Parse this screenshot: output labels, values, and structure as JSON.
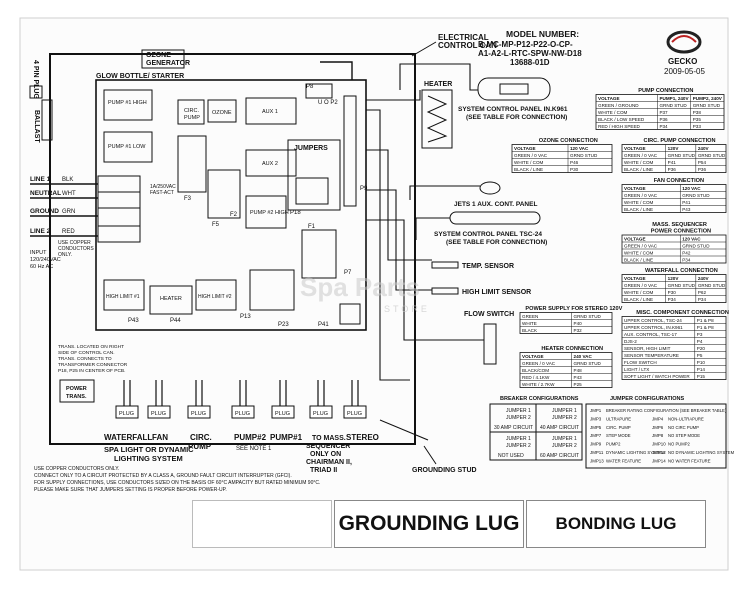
{
  "header": {
    "model_title": "MODEL NUMBER:",
    "model_lines": [
      "B-MC-MP-P12-P22-O-CP-",
      "A1-A2-L-RTC-SPW-NW-D18",
      "13688-01D"
    ],
    "brand": "GECKO",
    "date": "2009-05-05",
    "electrical_can": "ELECTRICAL",
    "electrical_can2": "CONTROL CAN"
  },
  "left_side": {
    "plug_4pin": "4 PIN PLUG",
    "ozone": [
      "OZONE",
      "GENERATOR"
    ],
    "glow": "GLOW BOTTLE/ STARTER",
    "ballast": "BALLAST",
    "line1": "LINE 1",
    "neutral": "NEUTRAL",
    "ground": "GROUND",
    "line2": "LINE 2",
    "blk": "BLK",
    "wht": "WHT",
    "grn": "GRN",
    "red": "RED",
    "copper_note": [
      "USE COPPER",
      "CONDUCTORS",
      "ONLY."
    ],
    "input": [
      "INPUT",
      "120/240VAC",
      "60 Hz AC"
    ],
    "trans_note": [
      "TRANS. LOCATED ON RIGHT",
      "SIDE OF CONTROL CAN.",
      "TRANS. CONNECTS TO",
      "TRANSFORMER CONNECTOR",
      "P18, P25 IN CENTER OF PCB."
    ],
    "power_trans": [
      "POWER",
      "TRANS."
    ]
  },
  "board": {
    "pump1_high": "PUMP #1 HIGH",
    "pump1_low": "PUMP #1 LOW",
    "circ_pump": [
      "CIRC.",
      "PUMP"
    ],
    "ozone": "OZONE",
    "aux1": "AUX 1",
    "aux2": "AUX 2",
    "pump2_high": "PUMP #2 HIGH",
    "jumpers": "JUMPERS",
    "heater": "HEATER",
    "high_limit1": "HIGH LIMIT #1",
    "high_limit2": "HIGH LIMIT #2",
    "fuse_f3": "F3",
    "fuse_f5": "F5",
    "fuse_f1": "F1",
    "fuse_f2": "F2",
    "fuse_text": [
      "1A/250VAC",
      "FAST-ACT"
    ],
    "p7": "P7",
    "p13": "P13",
    "p23": "P23",
    "p41": "P41",
    "p43": "P43",
    "p44": "P44",
    "p9": "P9",
    "p18": "P18",
    "uops": "U O P2",
    "p8": "P8"
  },
  "middle": {
    "heater": "HEATER",
    "panel_k961": [
      "SYSTEM CONTROL PANEL IN.K961",
      "(SEE TABLE FOR CONNECTION)"
    ],
    "jets_panel": "JETS 1 AUX. CONT. PANEL",
    "panel_tsc24": [
      "SYSTEM CONTROL PANEL TSC-24",
      "(SEE TABLE FOR CONNECTION)"
    ],
    "temp_sensor": "TEMP. SENSOR",
    "high_limit": "HIGH LIMIT SENSOR",
    "flow_switch": "FLOW SWITCH"
  },
  "bottom": {
    "plug": "PLUG",
    "waterfall": "WATERFALL",
    "fan": "FAN",
    "circ_pump": [
      "CIRC.",
      "PUMP"
    ],
    "pump2": "PUMP#2",
    "pump1": "PUMP#1",
    "spa_light": [
      "SPA LIGHT OR DYNAMIC",
      "LIGHTING SYSTEM"
    ],
    "see_note": "SEE NOTE 1",
    "to_mass": [
      "TO MASS.",
      "SEQUENCER",
      "ONLY ON",
      "CHAIRMAN II,",
      "TRIAD II"
    ],
    "stereo": "STEREO",
    "grounding_stud": "GROUNDING STUD",
    "notes": [
      "USE COPPER CONDUCTORS ONLY.",
      "CONNECT ONLY TO A CIRCUIT PROTECTED BY A CLASS A, GROUND FAULT CIRCUIT INTERRUPTER (GFCI).",
      "FOR SUPPLY CONNECTIONS, USE CONDUCTORS SIZED ON THE BASIS OF 60°C AMPACITY BUT RATED MINIMUM 90°C.",
      "PLEASE MAKE SURE THAT JUMPERS SETTING IS PROPER BEFORE POWER-UP."
    ],
    "grounding_lug": "GROUNDING LUG",
    "bonding_lug": "BONDING LUG"
  },
  "breaker": {
    "title": "BREAKER CONFIGURATIONS",
    "j1": "JUMPER 1",
    "j2": "JUMPER 2",
    "a30": "30 AMP CIRCUIT",
    "a40": "40 AMP CIRCUIT",
    "not_used": "NOT USED",
    "a60": "60 AMP CIRCUIT"
  },
  "jumper_cfg": {
    "title": "JUMPER CONFIGURATIONS",
    "rows": [
      [
        "JMP1",
        "BREAKER RATING CONFIGURATION (SEE BREAKER TABLE)",
        "",
        ""
      ],
      [
        "JMP3",
        "ULTRAPURE",
        "JMP4",
        "NON-ULTRAPURE"
      ],
      [
        "JMP5",
        "CIRC. PUMP",
        "JMP6",
        "NO CIRC PUMP"
      ],
      [
        "JMP7",
        "STEP MODE",
        "JMP8",
        "NO STEP MODE"
      ],
      [
        "JMP9",
        "PUMP2",
        "JMP10",
        "NO PUMP2"
      ],
      [
        "JMP11",
        "DYNAMIC LIGHTING SYSTEM",
        "JMP12",
        "NO DYNAMIC LIGHTING SYSTEM"
      ],
      [
        "JMP13",
        "WATER FEATURE",
        "JMP14",
        "NO WATER FEATURE"
      ]
    ]
  },
  "watermark": {
    "line1": "Spa Parts",
    "line2": "STORE"
  },
  "tables": [
    {
      "title": "PUMP CONNECTION",
      "header": [
        "VOLTAGE",
        "PUMP1, 240V",
        "PUMP2, 240V"
      ],
      "rows": [
        [
          "GREEN / GROUND",
          "GRND STUD",
          "GRND STUD"
        ],
        [
          "WHITE / COM",
          "P37",
          "P38"
        ],
        [
          "BLACK / LOW SPEED",
          "P36",
          "P35"
        ],
        [
          "RED / HIGH SPEED",
          "P34",
          "P33"
        ]
      ]
    },
    {
      "title": "OZONE CONNECTION",
      "header": [
        "VOLTAGE",
        "120 VAC"
      ],
      "rows": [
        [
          "GREEN / 0 VAC",
          "GRND STUD"
        ],
        [
          "WHITE / COM",
          "P46"
        ],
        [
          "BLACK / LINE",
          "P30"
        ]
      ]
    },
    {
      "title": "CIRC. PUMP CONNECTION",
      "header": [
        "VOLTAGE",
        "120V",
        "240V"
      ],
      "rows": [
        [
          "GREEN / 0 VAC",
          "GRND STUD",
          "GRND STUD"
        ],
        [
          "WHITE / COM",
          "P41",
          "P54"
        ],
        [
          "BLACK / LINE",
          "P36",
          "P36"
        ]
      ]
    },
    {
      "title": "FAN CONNECTION",
      "header": [
        "VOLTAGE",
        "120 VAC"
      ],
      "rows": [
        [
          "GREEN / 0 VAC",
          "GRND STUD"
        ],
        [
          "WHITE / COM",
          "P41"
        ],
        [
          "BLACK / LINE",
          "P43"
        ]
      ]
    },
    {
      "title": "MASS. SEQUENCER POWER CONNECTION",
      "header": [
        "VOLTAGE",
        "120 VAC"
      ],
      "rows": [
        [
          "GREEN / 0 VAC",
          "GRND STUD"
        ],
        [
          "WHITE / COM",
          "P42"
        ],
        [
          "BLACK / LINE",
          "P34"
        ]
      ]
    },
    {
      "title": "WATERFALL CONNECTION",
      "header": [
        "VOLTAGE",
        "120V",
        "240V"
      ],
      "rows": [
        [
          "GREEN / 0 VAC",
          "GRND STUD",
          "GRND STUD"
        ],
        [
          "WHITE / COM",
          "P30",
          "P62"
        ],
        [
          "BLACK / LINE",
          "P34",
          "P34"
        ]
      ]
    },
    {
      "title": "POWER SUPPLY FOR STEREO 120V",
      "header": [],
      "rows": [
        [
          "GREEN",
          "GRND STUD"
        ],
        [
          "WHITE",
          "P40"
        ],
        [
          "BLACK",
          "P32"
        ]
      ]
    },
    {
      "title": "MISC. COMPONENT CONNECTION",
      "header": [],
      "rows": [
        [
          "UPPER CONTROL, TSC-24",
          "P1 & P8"
        ],
        [
          "UPPER CONTROL, IN.K961",
          "P1 & P8"
        ],
        [
          "AUX. CONTROL, TSC-17",
          "P3"
        ],
        [
          "DJS-2",
          "P4"
        ],
        [
          "SENSOR, HIGH LIMIT",
          "P20"
        ],
        [
          "SENSOR TEMPERATURE",
          "P5"
        ],
        [
          "FLOW SWITCH",
          "P10"
        ],
        [
          "LIGHT / LTX",
          "P14"
        ],
        [
          "SOFT LIGHT / WATCH POWER",
          "P15"
        ]
      ]
    },
    {
      "title": "HEATER CONNECTION",
      "header": [
        "VOLTAGE",
        "240 VAC"
      ],
      "rows": [
        [
          "GREEN / 0 VAC",
          "GRND STUD"
        ],
        [
          "BLACK/COM",
          "P48"
        ],
        [
          "RED / 4.1KW",
          "P43"
        ],
        [
          "WHITE / 2.7KW",
          "P25"
        ]
      ]
    }
  ]
}
